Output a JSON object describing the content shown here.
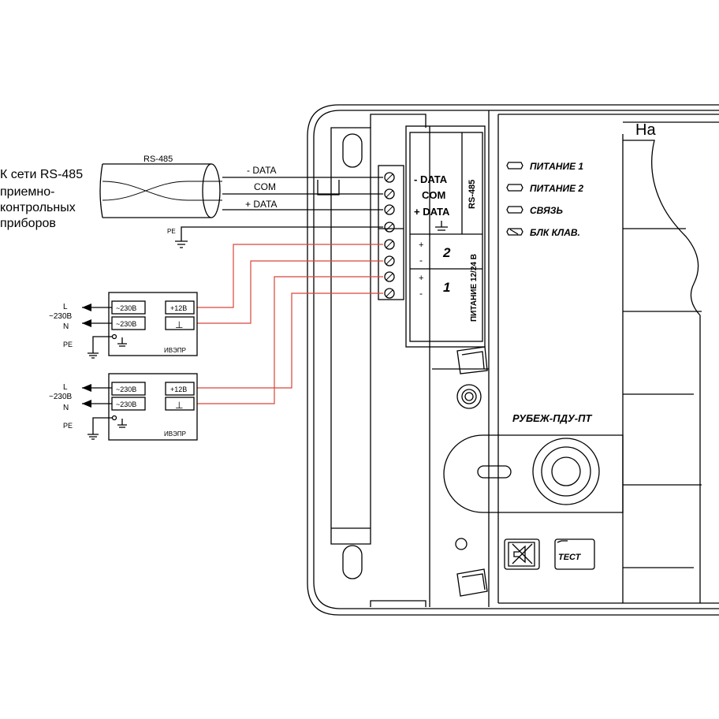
{
  "network": {
    "label_lines": [
      "К сети RS-485",
      "приемно-",
      "контрольных",
      "приборов"
    ],
    "cable_label": "RS-485",
    "wire_labels": [
      "- DATA",
      "COM",
      "+ DATA"
    ],
    "pe_label": "PE"
  },
  "terminal_block": {
    "data_labels": [
      "- DATA",
      "COM",
      "+ DATA"
    ],
    "rs485_label": "RS-485",
    "power_label": "ПИТАНИЕ 12/24 В",
    "channel_1": "1",
    "channel_2": "2",
    "plus": "+",
    "minus": "-"
  },
  "psu_units": [
    {
      "line_l": "L",
      "line_voltage": "~230В",
      "line_n": "N",
      "input_1": "~230В",
      "input_2": "~230В",
      "out_plus": "+12В",
      "out_ground": "⊥",
      "pe": "PE",
      "name": "ИВЭПР"
    },
    {
      "line_l": "L",
      "line_voltage": "~230В",
      "line_n": "N",
      "input_1": "~230В",
      "input_2": "~230В",
      "out_plus": "+12В",
      "out_ground": "⊥",
      "pe": "PE",
      "name": "ИВЭПР"
    }
  ],
  "indicators": [
    {
      "label": "ПИТАНИЕ 1"
    },
    {
      "label": "ПИТАНИЕ 2"
    },
    {
      "label": "СВЯЗЬ"
    },
    {
      "label": "БЛК КЛАВ."
    }
  ],
  "device": {
    "model": "РУБЕЖ-ПДУ-ПТ",
    "test_button": "ТЕСТ",
    "top_right_text": "На"
  }
}
